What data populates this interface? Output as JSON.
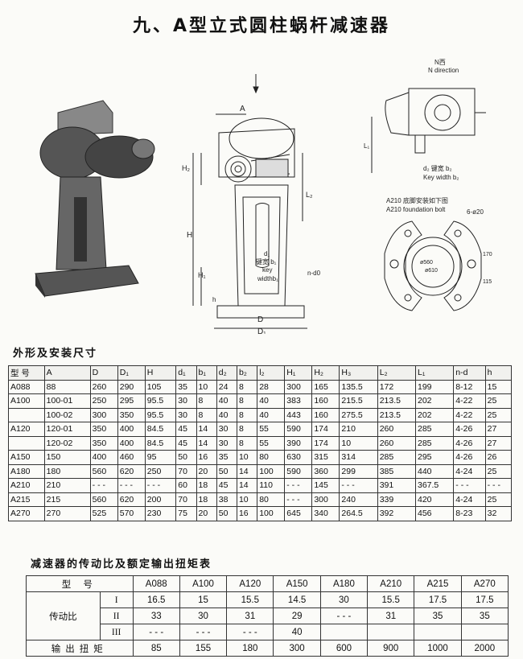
{
  "title": "九、A型立式圆柱蜗杆减速器",
  "figure": {
    "dim_labels": {
      "A": "A",
      "L2": "L₂",
      "H2": "H₂",
      "H": "H",
      "H1": "H₁",
      "D": "D",
      "D1": "D₁",
      "L1": "L₁",
      "d1": "d₁",
      "h": "h",
      "nd0": "n-d0",
      "keywidth_cn": "键宽 b₁",
      "key": "key",
      "width": "widthb₁"
    },
    "north": "N西",
    "north_en": "N direction",
    "keywidth2_cn": "d₂ 键宽 b₂",
    "keywidth2_en": "Key width b₂",
    "foundation_cn": "A210 底脚安装如下图",
    "foundation_en": "A210 foundation bolt",
    "bolt": "6-ø20",
    "foundation_dims": [
      "ø560",
      "ø610",
      "170",
      "115"
    ]
  },
  "dims_title": "外形及安装尺寸",
  "dims_headers": [
    "型  号",
    "A",
    "D",
    "D₁",
    "H",
    "d₁",
    "b₁",
    "d₂",
    "b₂",
    "l₂",
    "H₁",
    "H₂",
    "H₃",
    "L₂",
    "L₁",
    "n-d",
    "h"
  ],
  "dims_rows": [
    [
      "A088",
      "88",
      "260",
      "290",
      "105",
      "35",
      "10",
      "24",
      "8",
      "28",
      "300",
      "165",
      "135.5",
      "172",
      "199",
      "8-12",
      "15"
    ],
    [
      "A100",
      "100-01",
      "250",
      "295",
      "95.5",
      "30",
      "8",
      "40",
      "8",
      "40",
      "383",
      "160",
      "215.5",
      "213.5",
      "202",
      "4-22",
      "25"
    ],
    [
      "",
      "100-02",
      "300",
      "350",
      "95.5",
      "30",
      "8",
      "40",
      "8",
      "40",
      "443",
      "160",
      "275.5",
      "213.5",
      "202",
      "4-22",
      "25"
    ],
    [
      "A120",
      "120-01",
      "350",
      "400",
      "84.5",
      "45",
      "14",
      "30",
      "8",
      "55",
      "590",
      "174",
      "210",
      "260",
      "285",
      "4-26",
      "27"
    ],
    [
      "",
      "120-02",
      "350",
      "400",
      "84.5",
      "45",
      "14",
      "30",
      "8",
      "55",
      "390",
      "174",
      "10",
      "260",
      "285",
      "4-26",
      "27"
    ],
    [
      "A150",
      "150",
      "400",
      "460",
      "95",
      "50",
      "16",
      "35",
      "10",
      "80",
      "630",
      "315",
      "314",
      "285",
      "295",
      "4-26",
      "26"
    ],
    [
      "A180",
      "180",
      "560",
      "620",
      "250",
      "70",
      "20",
      "50",
      "14",
      "100",
      "590",
      "360",
      "299",
      "385",
      "440",
      "4-24",
      "25"
    ],
    [
      "A210",
      "210",
      "- - -",
      "- - -",
      "- - -",
      "60",
      "18",
      "45",
      "14",
      "110",
      "- - -",
      "145",
      "- - -",
      "391",
      "367.5",
      "- - -",
      "- - -"
    ],
    [
      "A215",
      "215",
      "560",
      "620",
      "200",
      "70",
      "18",
      "38",
      "10",
      "80",
      "- - -",
      "300",
      "240",
      "339",
      "420",
      "4-24",
      "25"
    ],
    [
      "A270",
      "270",
      "525",
      "570",
      "230",
      "75",
      "20",
      "50",
      "16",
      "100",
      "645",
      "340",
      "264.5",
      "392",
      "456",
      "8-23",
      "32"
    ]
  ],
  "ratio_title": "减速器的传动比及额定输出扭矩表",
  "ratio_header_label": "型    号",
  "ratio_models": [
    "A088",
    "A100",
    "A120",
    "A150",
    "A180",
    "A210",
    "A215",
    "A270"
  ],
  "ratio_group_label": "传动比",
  "ratio_rows": [
    {
      "roman": "I",
      "values": [
        "16.5",
        "15",
        "15.5",
        "14.5",
        "30",
        "15.5",
        "17.5",
        "17.5"
      ]
    },
    {
      "roman": "II",
      "values": [
        "33",
        "30",
        "31",
        "29",
        "- - -",
        "31",
        "35",
        "35"
      ]
    },
    {
      "roman": "III",
      "values": [
        "- - -",
        "- - -",
        "- - -",
        "40",
        "",
        "",
        "",
        ""
      ]
    }
  ],
  "torque_label": "输出扭矩",
  "torque_values": [
    "85",
    "155",
    "180",
    "300",
    "600",
    "900",
    "1000",
    "2000"
  ]
}
